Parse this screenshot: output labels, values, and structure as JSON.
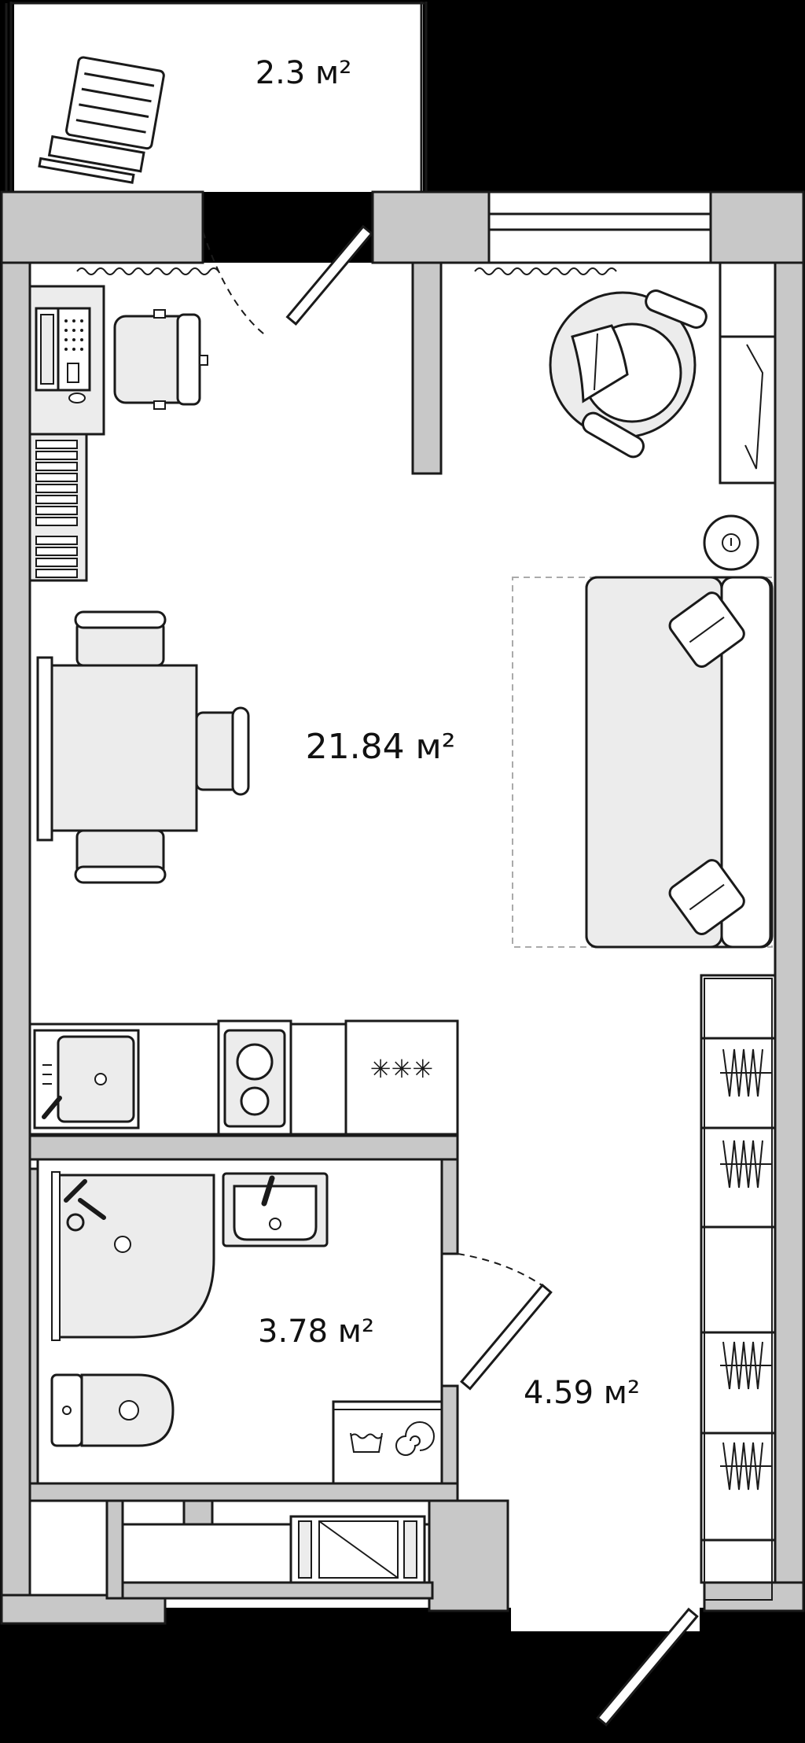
{
  "rooms": {
    "balcony": {
      "area": "2.3 м²"
    },
    "living": {
      "area": "21.84 м²"
    },
    "bathroom": {
      "area": "3.78 м²"
    },
    "hallway": {
      "area": "4.59 м²"
    }
  },
  "icons": {
    "stove": "✳✳✳"
  },
  "colors": {
    "background": "#000000",
    "floor": "#ffffff",
    "wall": "#c8c8c8",
    "furniture": "#ececec",
    "stroke": "#1a1a1a"
  }
}
